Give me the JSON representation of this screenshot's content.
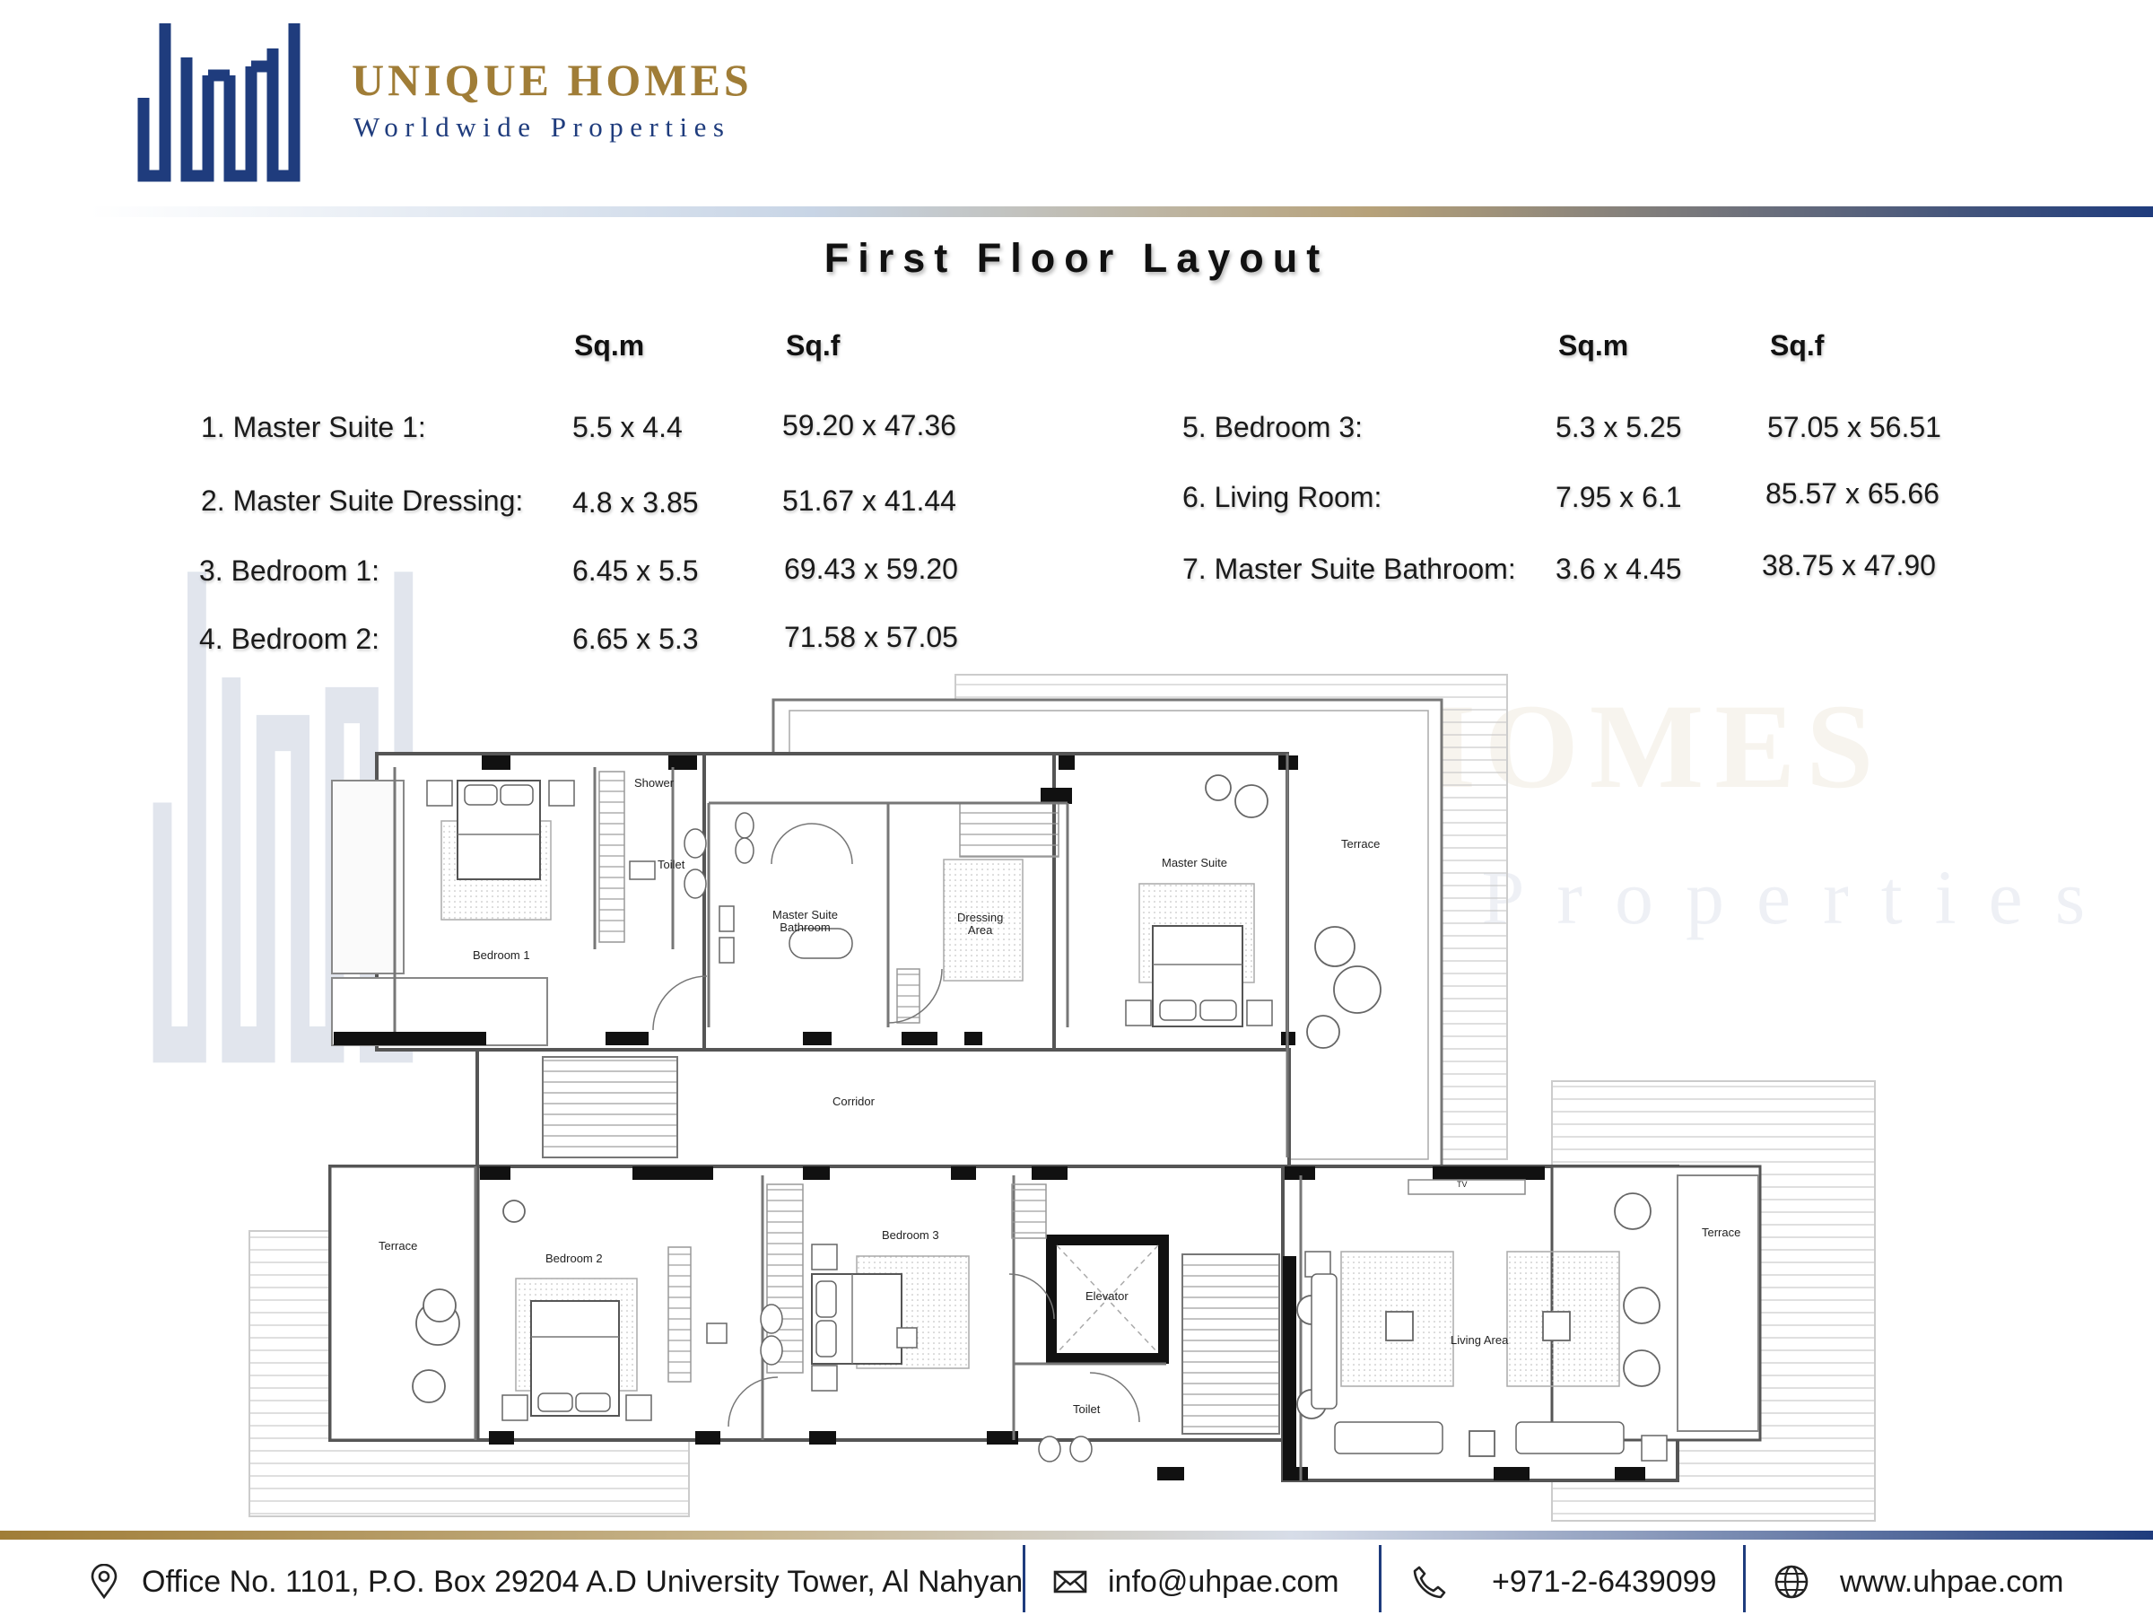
{
  "brand": {
    "name": "UNIQUE HOMES",
    "tagline": "Worldwide Properties",
    "colors": {
      "gold": "#a07d37",
      "navy": "#1f3c7d"
    }
  },
  "page": {
    "title": "First Floor Layout"
  },
  "table": {
    "headers": {
      "sqm": "Sq.m",
      "sqf": "Sq.f"
    },
    "left_rows": [
      {
        "label": "1. Master Suite 1:",
        "sqm": "5.5 x 4.4",
        "sqf": "59.20 x 47.36"
      },
      {
        "label": "2. Master Suite Dressing:",
        "sqm": "4.8 x 3.85",
        "sqf": "51.67 x 41.44"
      },
      {
        "label": "3. Bedroom 1:",
        "sqm": "6.45 x 5.5",
        "sqf": "69.43 x 59.20"
      },
      {
        "label": "4. Bedroom 2:",
        "sqm": "6.65 x 5.3",
        "sqf": "71.58 x 57.05"
      }
    ],
    "right_rows": [
      {
        "label": "5. Bedroom 3:",
        "sqm": "5.3 x 5.25",
        "sqf": "57.05 x 56.51"
      },
      {
        "label": "6. Living Room:",
        "sqm": "7.95 x 6.1",
        "sqf": "85.57 x 65.66"
      },
      {
        "label": "7. Master Suite Bathroom:",
        "sqm": "3.6 x 4.45",
        "sqf": "38.75 x 47.90"
      }
    ]
  },
  "floorplan": {
    "rooms": {
      "bedroom1": "Bedroom 1",
      "shower": "Shower",
      "toilet_top": "Toilet",
      "master_bath": "Master Suite\nBathroom",
      "dressing": "Dressing\nArea",
      "master_suite": "Master Suite",
      "terrace_top": "Terrace",
      "corridor": "Corridor",
      "terrace_left": "Terrace",
      "bedroom2": "Bedroom 2",
      "bedroom3": "Bedroom 3",
      "elevator": "Elevator",
      "toilet_bottom": "Toilet",
      "living": "Living Area",
      "terrace_right": "Terrace",
      "tv": "TV"
    }
  },
  "footer": {
    "address": "Office No. 1101,  P.O. Box 29204  A.D University Tower,  Al Nahyan",
    "email": "info@uhpae.com",
    "phone": "+971-2-6439099",
    "website": "www.uhpae.com",
    "icons": [
      "location-pin-icon",
      "envelope-icon",
      "phone-icon",
      "globe-icon"
    ]
  }
}
